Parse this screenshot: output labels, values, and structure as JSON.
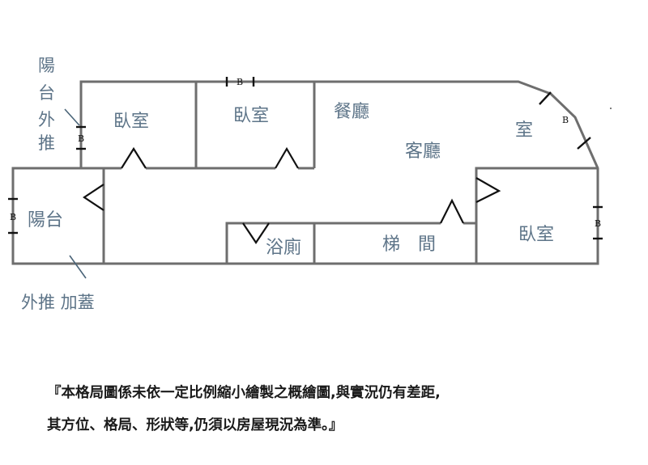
{
  "rooms": {
    "bedroom_top_left": "臥室",
    "bedroom_top_middle": "臥室",
    "bedroom_right": "臥室",
    "dining": "餐廳",
    "living": "客廳",
    "room_partial": "室",
    "balcony": "陽台",
    "bathroom": "浴廁",
    "stairwell": "梯　間"
  },
  "annotations": {
    "balcony_pushout_top": [
      "陽",
      "台",
      "外",
      "推"
    ],
    "pushout_extension": "外推 加蓋",
    "window_marker": "B"
  },
  "disclaimer": {
    "line1": "『本格局圖係未依一定比例縮小繪製之概繪圖,與實況仍有差距,",
    "line2": "其方位、格局、形狀等,仍須以房屋現況為準。』"
  }
}
